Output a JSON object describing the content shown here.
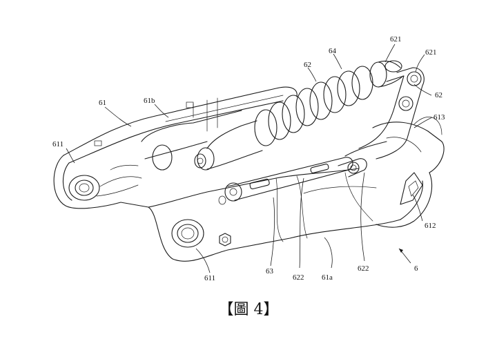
{
  "figure": {
    "caption": "【圖 4】",
    "labels": {
      "l621a": "621",
      "l621b": "621",
      "l64": "64",
      "l62a": "62",
      "l62b": "62",
      "l61": "61",
      "l61b": "61b",
      "l613": "613",
      "l611a": "611",
      "l611b": "611",
      "l612": "612",
      "l63": "63",
      "l622a": "622",
      "l61a": "61a",
      "l622b": "622",
      "l6": "6"
    }
  }
}
